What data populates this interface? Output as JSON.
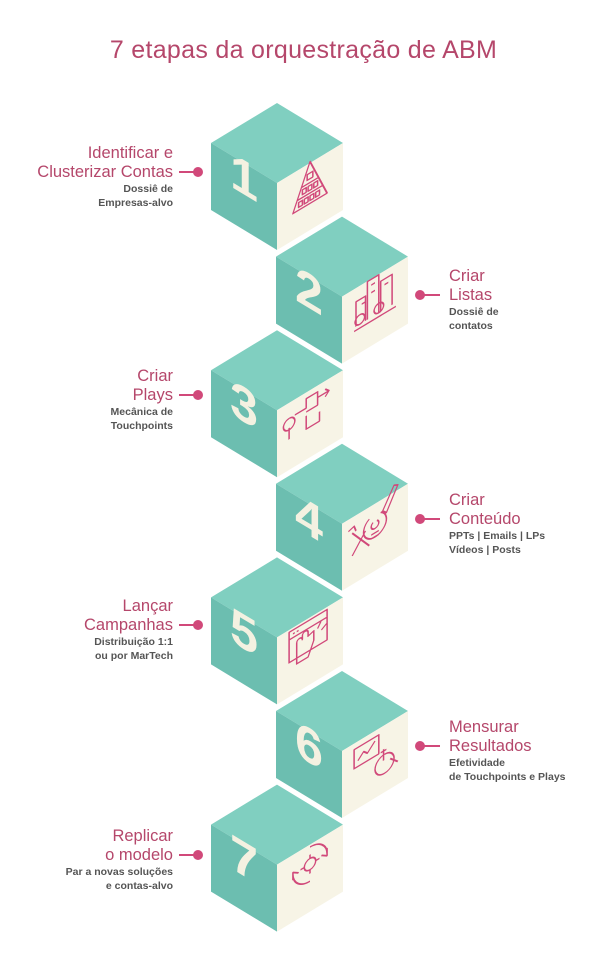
{
  "title": "7 etapas da orquestração de ABM",
  "colors": {
    "top": "#80cfc0",
    "left": "#6cbeb0",
    "right": "#f7f4e6",
    "number": "#f4f1e1",
    "accent": "#b5476b",
    "dot": "#d1497a"
  },
  "steps": [
    {
      "number": "1",
      "title": [
        "Identificar e",
        "Clusterizar Contas"
      ],
      "sub": [
        "Dossiê de",
        "Empresas-alvo"
      ],
      "icon": "pyramid-icon"
    },
    {
      "number": "2",
      "title": [
        "Criar",
        "Listas"
      ],
      "sub": [
        "Dossiê de",
        "contatos"
      ],
      "icon": "buildings-people-icon"
    },
    {
      "number": "3",
      "title": [
        "Criar",
        "Plays"
      ],
      "sub": [
        "Mecânica de",
        "Touchpoints"
      ],
      "icon": "flowchart-icon"
    },
    {
      "number": "4",
      "title": [
        "Criar",
        "Conteúdo"
      ],
      "sub": [
        "PPTs | Emails | LPs",
        "Vídeos | Posts"
      ],
      "icon": "lightbulb-tools-icon"
    },
    {
      "number": "5",
      "title": [
        "Lançar",
        "Campanhas"
      ],
      "sub": [
        "Distribuição 1:1",
        "ou por MarTech"
      ],
      "icon": "browser-hand-icon"
    },
    {
      "number": "6",
      "title": [
        "Mensurar",
        "Resultados"
      ],
      "sub": [
        "Efetividade",
        "de Touchpoints e Plays"
      ],
      "icon": "chart-money-search-icon"
    },
    {
      "number": "7",
      "title": [
        "Replicar",
        "o modelo"
      ],
      "sub": [
        "Par a novas soluções",
        "e contas-alvo"
      ],
      "icon": "gear-cycle-icon"
    }
  ]
}
